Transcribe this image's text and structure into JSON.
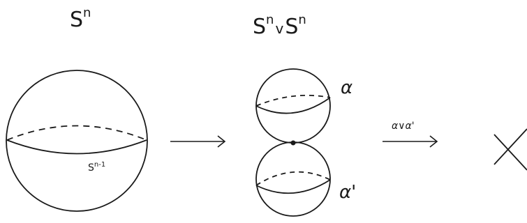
{
  "labels": {
    "sphere_title": "S",
    "sphere_title_sup": "n",
    "wedge_left": "S",
    "wedge_left_sup": "n",
    "wedge_op": "v",
    "wedge_right": "S",
    "wedge_right_sup": "n",
    "equator_base": "S",
    "equator_sup": "n-1",
    "alpha": "α",
    "alpha_prime": "α'",
    "map_label": "α∨α'"
  },
  "colors": {
    "ink": "#1a1a1a",
    "background": "#ffffff"
  }
}
